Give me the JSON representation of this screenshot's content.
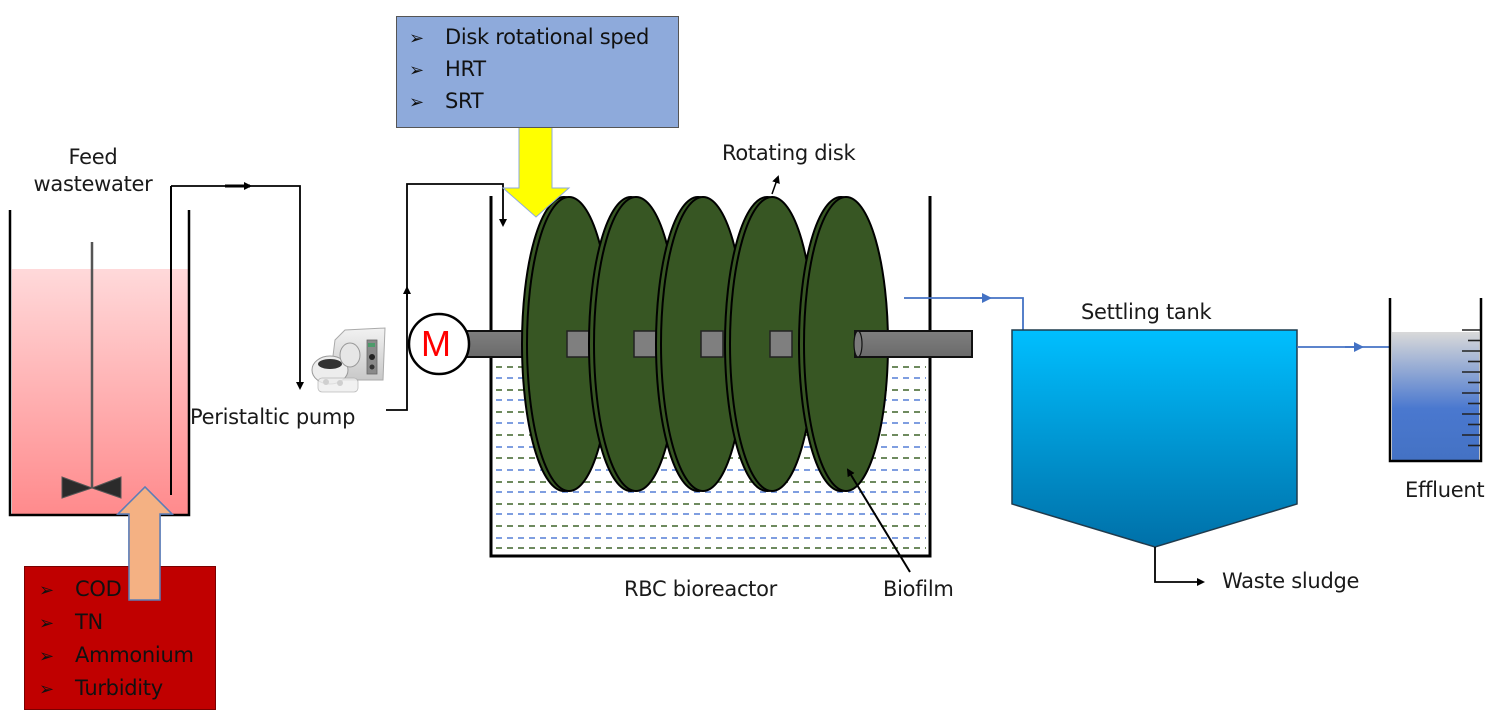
{
  "diagram": {
    "title": "RBC bioreactor wastewater treatment process schematic",
    "labels": {
      "feed_wastewater": [
        "Feed",
        "wastewater"
      ],
      "peristaltic_pump": "Peristaltic pump",
      "motor": "M",
      "rotating_disk": "Rotating disk",
      "rbc_bioreactor": "RBC bioreactor",
      "biofilm": "Biofilm",
      "settling_tank": "Settling tank",
      "waste_sludge": "Waste sludge",
      "effluent": "Effluent"
    },
    "operating_parameters_box": {
      "items": [
        "Disk rotational sped",
        "HRT",
        "SRT"
      ],
      "color": "#8eaadb",
      "bullet_icon": "arrowhead-bullet-icon"
    },
    "measured_parameters_box": {
      "items": [
        "COD",
        "TN",
        "Ammonium",
        "Turbidity"
      ],
      "color": "#c00000",
      "bullet_icon": "arrowhead-bullet-icon"
    },
    "components": [
      {
        "id": "feed-tank",
        "label": "Feed wastewater",
        "fill": "#ff8a8a"
      },
      {
        "id": "peristaltic-pump",
        "label": "Peristaltic pump"
      },
      {
        "id": "motor",
        "label": "M",
        "color": "#ff0000"
      },
      {
        "id": "rbc-bioreactor",
        "label": "RBC bioreactor",
        "disk_count": 5,
        "disk_color": "#375623"
      },
      {
        "id": "settling-tank",
        "label": "Settling tank",
        "fill": "#00b0f0"
      },
      {
        "id": "effluent-beaker",
        "label": "Effluent",
        "fill": "#4472c4"
      }
    ],
    "flows": [
      {
        "from": "feed-tank",
        "to": "peristaltic-pump",
        "color": "#000000"
      },
      {
        "from": "peristaltic-pump",
        "to": "rbc-bioreactor",
        "color": "#000000"
      },
      {
        "from": "rbc-bioreactor",
        "to": "settling-tank",
        "color": "#4472c4"
      },
      {
        "from": "settling-tank",
        "to": "effluent-beaker",
        "color": "#4472c4"
      },
      {
        "from": "settling-tank",
        "to": "waste-sludge",
        "color": "#000000"
      }
    ]
  }
}
